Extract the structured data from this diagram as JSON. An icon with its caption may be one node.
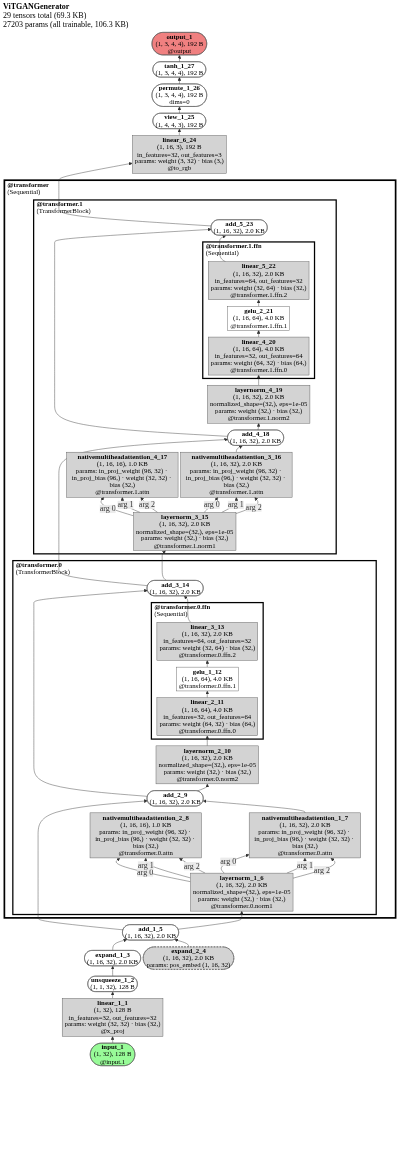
{
  "diagram": {
    "title": "ViTGANGenerator",
    "labels": [
      "29 tensors total (69.3 KB)",
      "27203 params (all trainable, 106.3 KB)"
    ],
    "nodes": [
      {
        "text": [
          "output_1",
          "(1, 3, 4, 4), 192 B",
          "@output"
        ]
      },
      {
        "text": [
          "tanh_1_27",
          "(1, 3, 4, 4), 192 B"
        ]
      },
      {
        "text": [
          "permute_1_26",
          "(1, 3, 4, 4), 192 B",
          "dims=0"
        ]
      },
      {
        "text": [
          "view_1_25",
          "(1, 4, 4, 3), 192 B"
        ]
      },
      {
        "text": [
          "linear_6_24",
          "(1, 16, 3), 192 B",
          "in_features=32, out_features=3",
          "params: weight (3, 32) · bias (3,)",
          "@to_rgb"
        ]
      },
      {
        "text": [
          "@transformer",
          "(Sequential)"
        ]
      },
      {
        "text": [
          "@transformer.1",
          "(TransformerBlock)"
        ],
        "in": 5
      },
      {
        "text": [
          "add_5_23",
          "(1, 16, 32), 2.0 KB"
        ],
        "in": 6
      },
      {
        "text": [
          "@transformer.1.ffn",
          "(Sequential)"
        ],
        "in": 6
      },
      {
        "text": [
          "linear_5_22",
          "(1, 16, 32), 2.0 KB",
          "in_features=64, out_features=32",
          "params: weight (32, 64) · bias (32,)",
          "@transformer.1.ffn.2"
        ],
        "in": 8
      },
      {
        "text": [
          "gelu_2_21",
          "(1, 16, 64), 4.0 KB",
          "@transformer.1.ffn.1"
        ],
        "in": 8
      },
      {
        "text": [
          "linear_4_20",
          "(1, 16, 64), 4.0 KB",
          "in_features=32, out_features=64",
          "params: weight (64, 32) · bias (64,)",
          "@transformer.1.ffn.0"
        ],
        "in": 8
      },
      {
        "text": [
          "layernorm_4_19",
          "(1, 16, 32), 2.0 KB",
          "normalized_shape=(32,), eps=1e-05",
          "params: weight (32,) · bias (32,)",
          "@transformer.1.norm2"
        ],
        "in": 6
      },
      {
        "text": [
          "add_4_18",
          "(1, 16, 32), 2.0 KB"
        ],
        "in": 6
      },
      {
        "text": [
          "nativemultiheadattention_3_16",
          "(1, 16, 32), 2.0 KB",
          "params: in_proj_weight (96, 32) · in_proj_bias (96,) · weight (32, 32) · bias (32,)",
          "@transformer.1.attn"
        ],
        "in": 6
      },
      {
        "text": [
          "nativemultiheadattention_4_17",
          "(1, 16, 16), 1.0 KB",
          "params: in_proj_weight (96, 32) · in_proj_bias (96,) · weight (32, 32) · bias (32,)",
          "@transformer.1.attn"
        ],
        "in": 6
      },
      {
        "text": [
          "layernorm_3_15",
          "(1, 16, 32), 2.0 KB",
          "normalized_shape=(32,), eps=1e-05",
          "params: weight (32,) · bias (32,)",
          "@transformer.1.norm1"
        ],
        "in": 6
      },
      {
        "text": [
          "@transformer.0",
          "(TransformerBlock)"
        ],
        "in": 5
      },
      {
        "text": [
          "add_3_14",
          "(1, 16, 32), 2.0 KB"
        ],
        "in": 17
      },
      {
        "text": [
          "@transformer.0.ffn",
          "(Sequential)"
        ],
        "in": 17
      },
      {
        "text": [
          "linear_3_13",
          "(1, 16, 32), 2.0 KB",
          "in_features=64, out_features=32",
          "params: weight (32, 64) · bias (32,)",
          "@transformer.0.ffn.2"
        ],
        "in": 19
      },
      {
        "text": [
          "gelu_1_12",
          "(1, 16, 64), 4.0 KB",
          "@transformer.0.ffn.1"
        ],
        "in": 19
      },
      {
        "text": [
          "linear_2_11",
          "(1, 16, 64), 4.0 KB",
          "in_features=32, out_features=64",
          "params: weight (64, 32) · bias (64,)",
          "@transformer.0.ffn.0"
        ],
        "in": 19
      },
      {
        "text": [
          "layernorm_2_10",
          "(1, 16, 32), 2.0 KB",
          "normalized_shape=(32,), eps=1e-05",
          "params: weight (32,) · bias (32,)",
          "@transformer.0.norm2"
        ],
        "in": 17
      },
      {
        "text": [
          "add_2_9",
          "(1, 16, 32), 2.0 KB"
        ],
        "in": 17
      },
      {
        "text": [
          "nativemultiheadattention_1_7",
          "(1, 16, 32), 2.0 KB",
          "params: in_proj_weight (96, 32) · in_proj_bias (96,) · weight (32, 32) · bias (32,)",
          "@transformer.0.attn"
        ],
        "in": 17
      },
      {
        "text": [
          "nativemultiheadattention_2_8",
          "(1, 16, 16), 1.0 KB",
          "params: in_proj_weight (96, 32) · in_proj_bias (96,) · weight (32, 32) · bias (32,)",
          "@transformer.0.attn"
        ],
        "in": 17
      },
      {
        "text": [
          "layernorm_1_6",
          "(1, 16, 32), 2.0 KB",
          "normalized_shape=(32,), eps=1e-05",
          "params: weight (32,) · bias (32,)",
          "@transformer.0.norm1"
        ],
        "in": 17
      },
      {
        "text": [
          "add_1_5",
          "(1, 16, 32), 2.0 KB"
        ]
      },
      {
        "text": [
          "expand_1_3",
          "(1, 16, 32), 2.0 KB"
        ]
      },
      {
        "text": [
          "expand_2_4",
          "(1, 16, 32), 2.0 KB",
          "params: pos_embed (1, 16, 32)"
        ]
      },
      {
        "text": [
          "unsqueeze_1_2",
          "(1, 1, 32), 128 B"
        ]
      },
      {
        "text": [
          "linear_1_1",
          "(1, 32), 128 B",
          "in_features=32, out_features=32",
          "params: weight (32, 32) · bias (32,)",
          "@x_proj"
        ]
      },
      {
        "text": [
          "input_1",
          "(1, 32), 128 B",
          "@input.1"
        ]
      }
    ],
    "edges": [
      {
        "from": 33,
        "to": 32,
        "arrow": "to"
      },
      {
        "from": 32,
        "to": 31,
        "arrow": "to"
      },
      {
        "from": 31,
        "to": 29,
        "arrow": "to"
      },
      {
        "from": 29,
        "to": 28,
        "arrow": "to"
      },
      {
        "from": 30,
        "to": 28,
        "arrow": "to"
      },
      {
        "from": 28,
        "to": 27,
        "arrow": "to"
      },
      {
        "from": 28,
        "to": 24,
        "arrow": "to"
      },
      {
        "from": 27,
        "to": 25,
        "arrow": "to",
        "label": "arg 0"
      },
      {
        "from": 27,
        "to": 25,
        "arrow": "to",
        "label": "arg 1"
      },
      {
        "from": 27,
        "to": 25,
        "arrow": "to",
        "label": "arg 2"
      },
      {
        "from": 27,
        "to": 26,
        "arrow": "to",
        "label": "arg 0"
      },
      {
        "from": 27,
        "to": 26,
        "arrow": "to",
        "label": "arg 1"
      },
      {
        "from": 27,
        "to": 26,
        "arrow": "to",
        "label": "arg 2"
      },
      {
        "from": 25,
        "to": 24,
        "arrow": "to"
      },
      {
        "from": 24,
        "to": 23,
        "arrow": "to"
      },
      {
        "from": 24,
        "to": 18,
        "arrow": "to"
      },
      {
        "from": 23,
        "to": 22,
        "arrow": "to"
      },
      {
        "from": 22,
        "to": 21,
        "arrow": "to"
      },
      {
        "from": 21,
        "to": 20,
        "arrow": "to"
      },
      {
        "from": 20,
        "to": 18,
        "arrow": "to"
      },
      {
        "from": 18,
        "to": 16,
        "arrow": "to"
      },
      {
        "from": 18,
        "to": 13,
        "arrow": "to"
      },
      {
        "from": 16,
        "to": 14,
        "arrow": "to",
        "label": "arg 0"
      },
      {
        "from": 16,
        "to": 14,
        "arrow": "to",
        "label": "arg 1"
      },
      {
        "from": 16,
        "to": 14,
        "arrow": "to",
        "label": "arg 2"
      },
      {
        "from": 16,
        "to": 15,
        "arrow": "to",
        "label": "arg 0"
      },
      {
        "from": 16,
        "to": 15,
        "arrow": "to",
        "label": "arg 1"
      },
      {
        "from": 16,
        "to": 15,
        "arrow": "to",
        "label": "arg 2"
      },
      {
        "from": 14,
        "to": 13,
        "arrow": "to"
      },
      {
        "from": 13,
        "to": 12,
        "arrow": "to"
      },
      {
        "from": 13,
        "to": 7,
        "arrow": "to"
      },
      {
        "from": 12,
        "to": 11,
        "arrow": "to"
      },
      {
        "from": 11,
        "to": 10,
        "arrow": "to"
      },
      {
        "from": 10,
        "to": 9,
        "arrow": "to"
      },
      {
        "from": 9,
        "to": 7,
        "arrow": "to"
      },
      {
        "from": 7,
        "to": 4,
        "arrow": "to"
      },
      {
        "from": 4,
        "to": 3,
        "arrow": "to"
      },
      {
        "from": 3,
        "to": 2,
        "arrow": "to"
      },
      {
        "from": 2,
        "to": 1,
        "arrow": "to"
      },
      {
        "from": 1,
        "to": 0,
        "arrow": "to"
      }
    ]
  }
}
